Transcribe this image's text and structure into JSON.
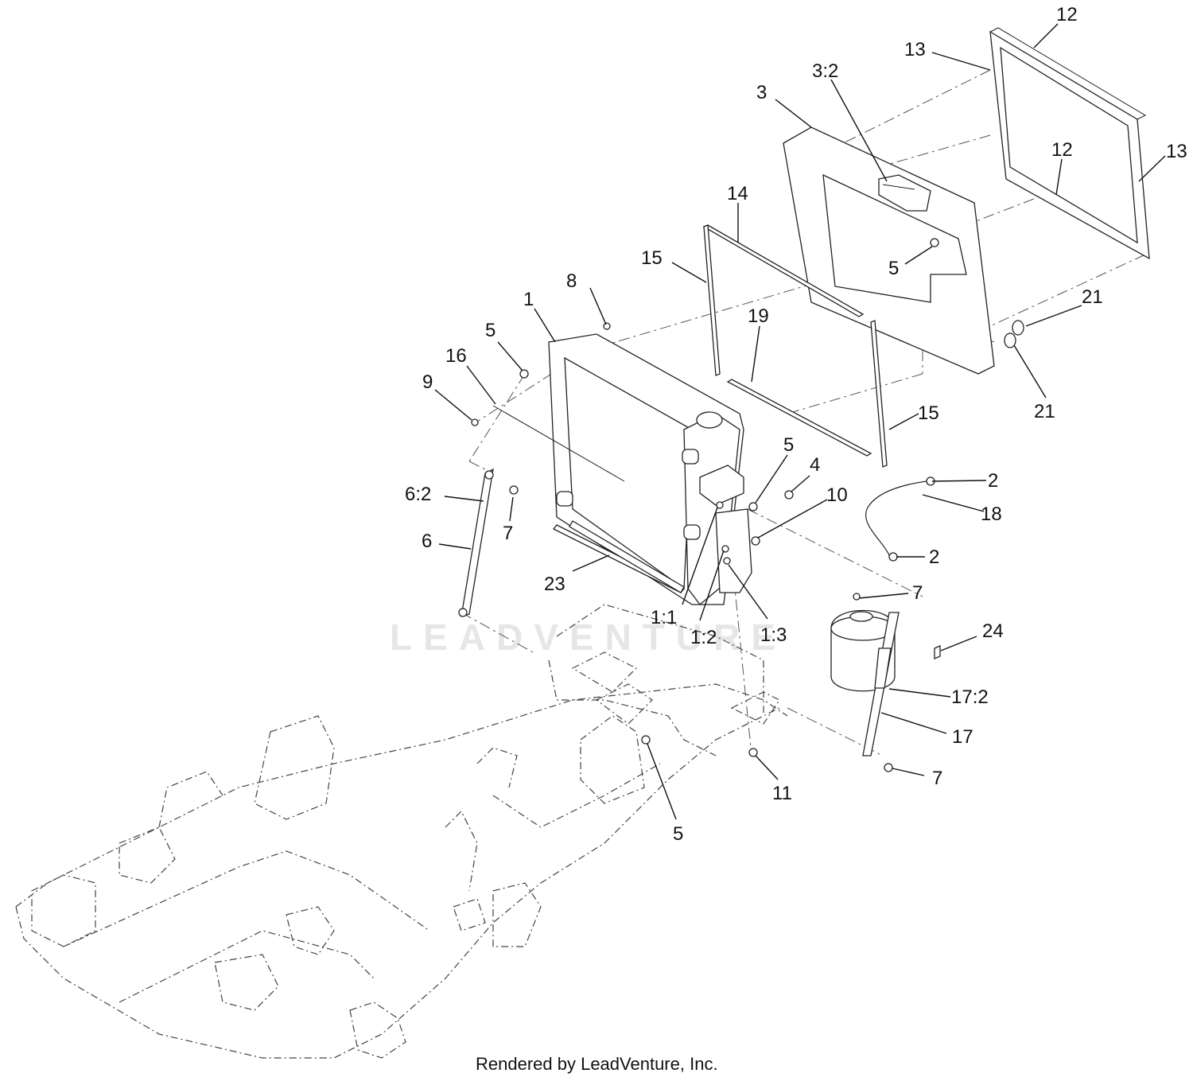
{
  "watermark": "LEADVENTURE",
  "footer": "Rendered by LeadVenture, Inc.",
  "callouts": [
    "12",
    "13",
    "3:2",
    "3",
    "12",
    "13",
    "14",
    "5",
    "15",
    "8",
    "1",
    "21",
    "19",
    "5",
    "16",
    "9",
    "21",
    "15",
    "5",
    "4",
    "2",
    "6:2",
    "10",
    "18",
    "7",
    "6",
    "2",
    "23",
    "7",
    "1:1",
    "1:3",
    "24",
    "1:2",
    "17:2",
    "17",
    "7",
    "11",
    "5"
  ]
}
